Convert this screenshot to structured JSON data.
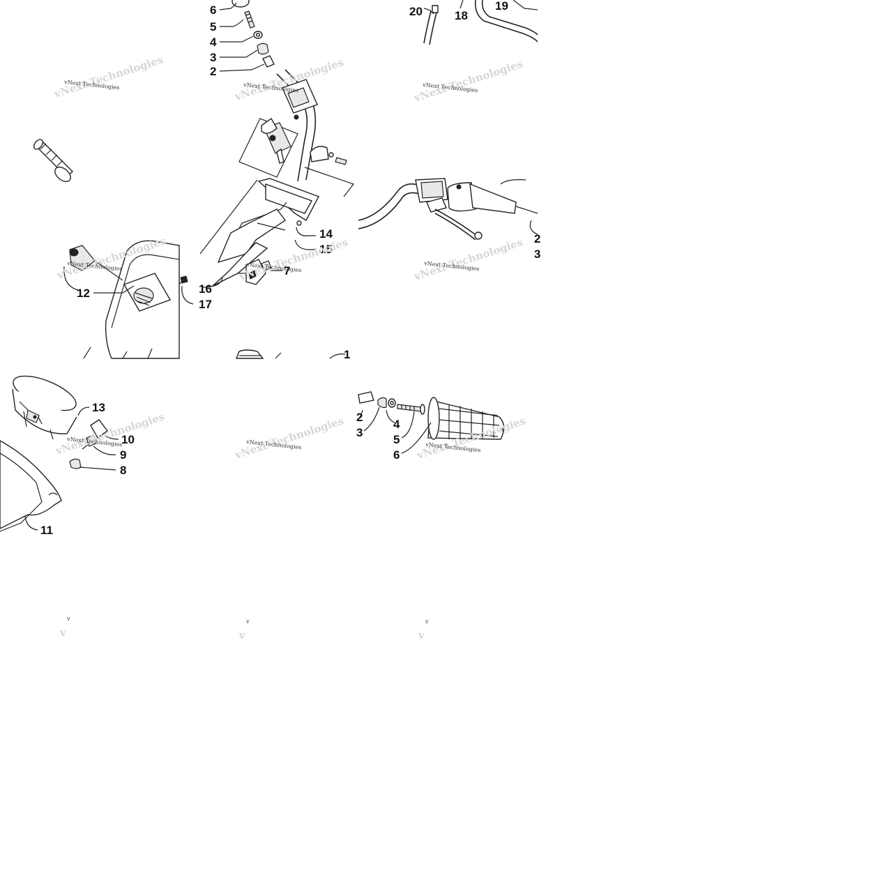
{
  "watermark": "vNext Technologies",
  "watermark_stub": "v",
  "tile_a": {
    "callouts": [
      "12"
    ]
  },
  "tile_b": {
    "callouts": [
      "6",
      "5",
      "4",
      "3",
      "2",
      "14",
      "15",
      "16",
      "17",
      "7",
      "1"
    ]
  },
  "tile_c": {
    "callouts": [
      "20",
      "18",
      "19",
      "2",
      "3"
    ]
  },
  "tile_d": {
    "callouts": [
      "13",
      "10",
      "9",
      "8",
      "11"
    ]
  },
  "tile_f": {
    "callouts": [
      "2",
      "3",
      "4",
      "5",
      "6"
    ]
  }
}
